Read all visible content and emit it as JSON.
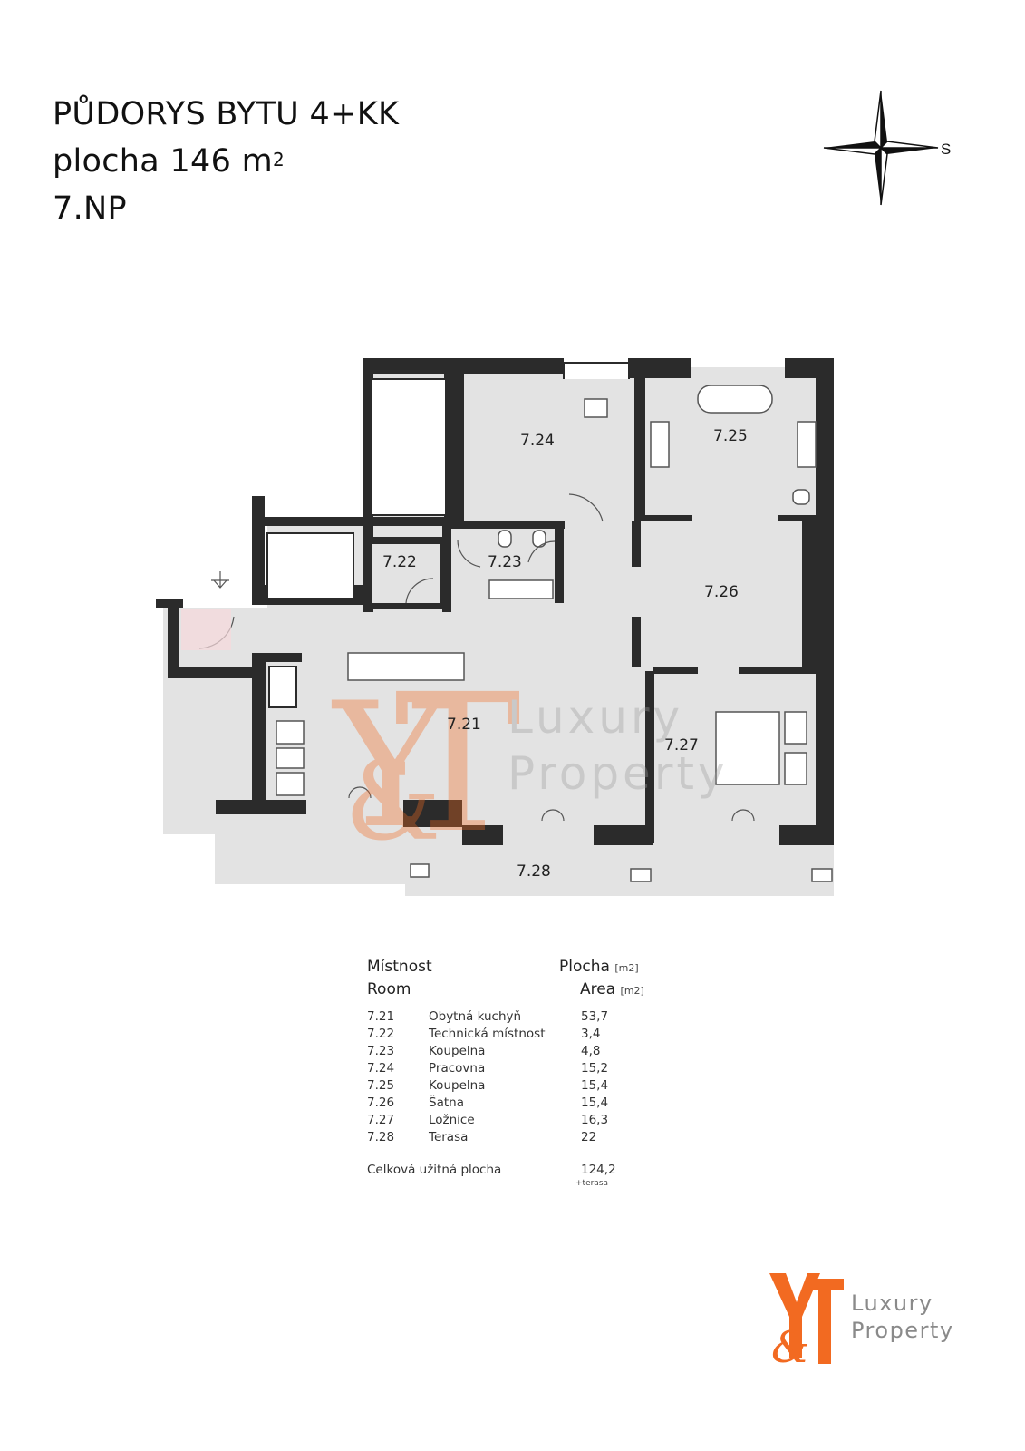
{
  "header": {
    "title": "PŮDORYS BYTU 4+KK",
    "area_prefix": "plocha 146 m",
    "area_sup": "2",
    "floor": "7.NP"
  },
  "compass": {
    "letter": "S"
  },
  "plan": {
    "rooms": [
      "7.21",
      "7.22",
      "7.23",
      "7.24",
      "7.25",
      "7.26",
      "7.27",
      "7.28"
    ],
    "watermark": [
      "Luxury",
      "Property"
    ]
  },
  "legend": {
    "col1_cs": "Místnost",
    "col1_en": "Room",
    "col2_cs": "Plocha",
    "col2_en": "Area",
    "unit": "[m2]",
    "rows": [
      {
        "num": "7.21",
        "name": "Obytná kuchyň",
        "area": "53,7"
      },
      {
        "num": "7.22",
        "name": "Technická místnost",
        "area": "3,4"
      },
      {
        "num": "7.23",
        "name": "Koupelna",
        "area": "4,8"
      },
      {
        "num": "7.24",
        "name": "Pracovna",
        "area": "15,2"
      },
      {
        "num": "7.25",
        "name": "Koupelna",
        "area": "15,4"
      },
      {
        "num": "7.26",
        "name": "Šatna",
        "area": "15,4"
      },
      {
        "num": "7.27",
        "name": "Ložnice",
        "area": "16,3"
      },
      {
        "num": "7.28",
        "name": "Terasa",
        "area": "22"
      }
    ],
    "total_label": "Celková užitná plocha",
    "total_value": "124,2",
    "total_note": "+terasa"
  },
  "logo": {
    "line1": "Luxury",
    "line2": "Property",
    "color": "#f26a21"
  },
  "colors": {
    "wall": "#2b2b2b",
    "floor": "#e3e3e3",
    "accent": "#f26a21"
  }
}
